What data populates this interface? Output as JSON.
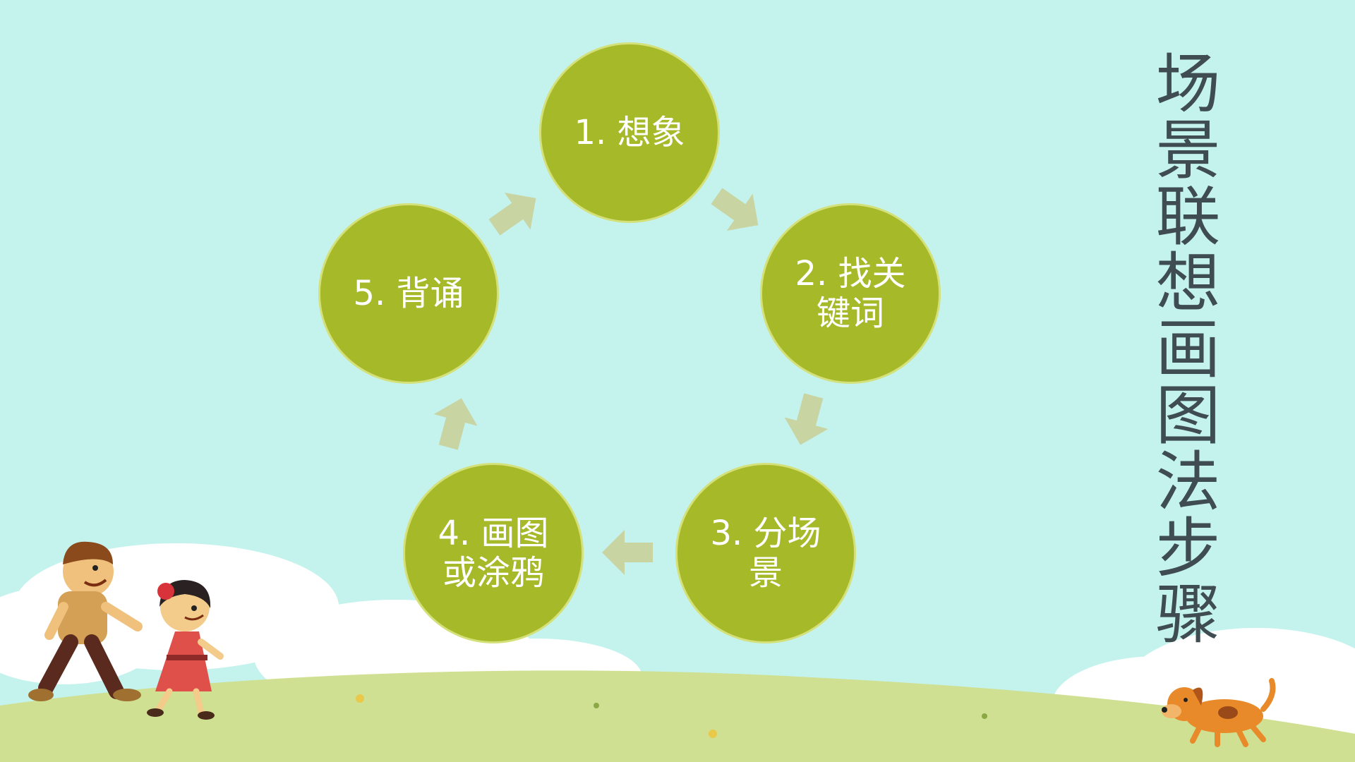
{
  "diagram": {
    "title": "场景联想画图法步骤",
    "steps": [
      {
        "line1": "1. 想象",
        "line2": ""
      },
      {
        "line1": "2. 找关",
        "line2": "键词"
      },
      {
        "line1": "3. 分场",
        "line2": "景"
      },
      {
        "line1": "4. 画图",
        "line2": "或涂鸦"
      },
      {
        "line1": "5. 背诵",
        "line2": ""
      }
    ]
  },
  "colors": {
    "sky": "#c4f3ee",
    "node_fill": "#a6b929",
    "node_text": "#ffffff",
    "arrow": "#c9d4a3",
    "title": "#3f4d52",
    "grass": "#cfe092",
    "cloud": "#ffffff"
  },
  "icons": {
    "boy": "running-boy-icon",
    "girl": "running-girl-icon",
    "dog": "dog-icon"
  }
}
